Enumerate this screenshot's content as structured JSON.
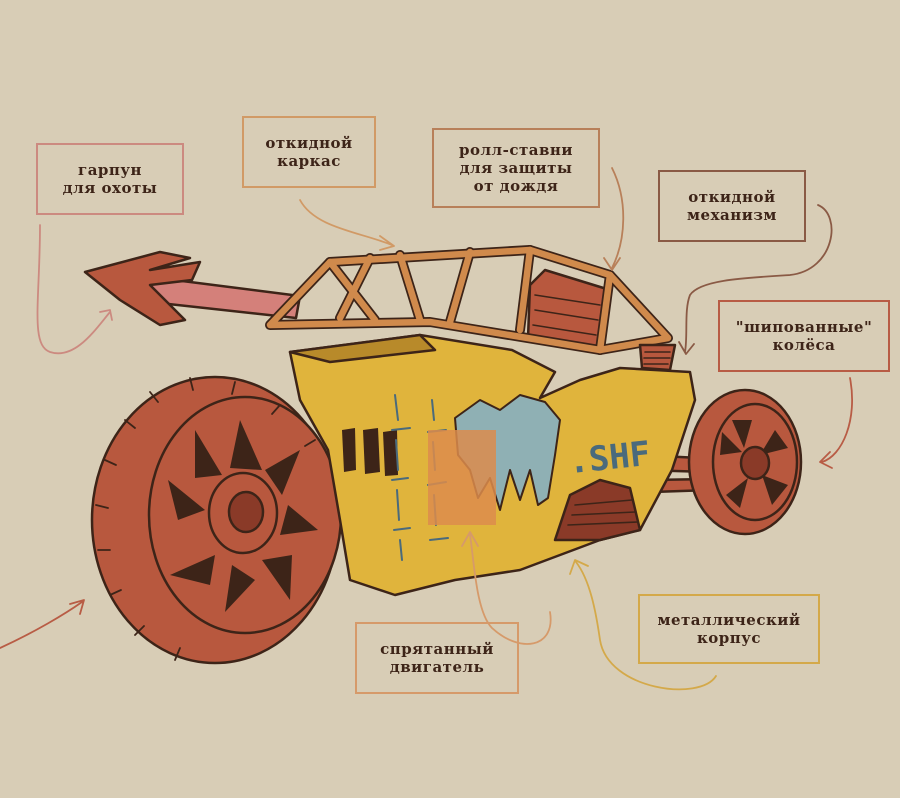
{
  "labels": {
    "harpoon": "гарпун\nдля охоты",
    "frame": "откидной\nкаркас",
    "shutters": "ролл-ставни\nдля защиты\nот дождя",
    "mechanism": "откидной\nмеханизм",
    "wheels": "\"шипованные\"\nколёса",
    "engine": "спрятанный\nдвигатель",
    "body": "металлический\nкорпус"
  },
  "hull_markings": ".SHF",
  "colors": {
    "background": "#d8cdb6",
    "hull": "#e0b43c",
    "hull_shadow": "#b88a2a",
    "wheel": "#b8583e",
    "wheel_dark": "#8a3a28",
    "frame": "#d08a4c",
    "harpoon": "#d4807a",
    "splash": "#8fb0b4",
    "engine": "#dc8c4c",
    "outline": "#3d2418"
  }
}
